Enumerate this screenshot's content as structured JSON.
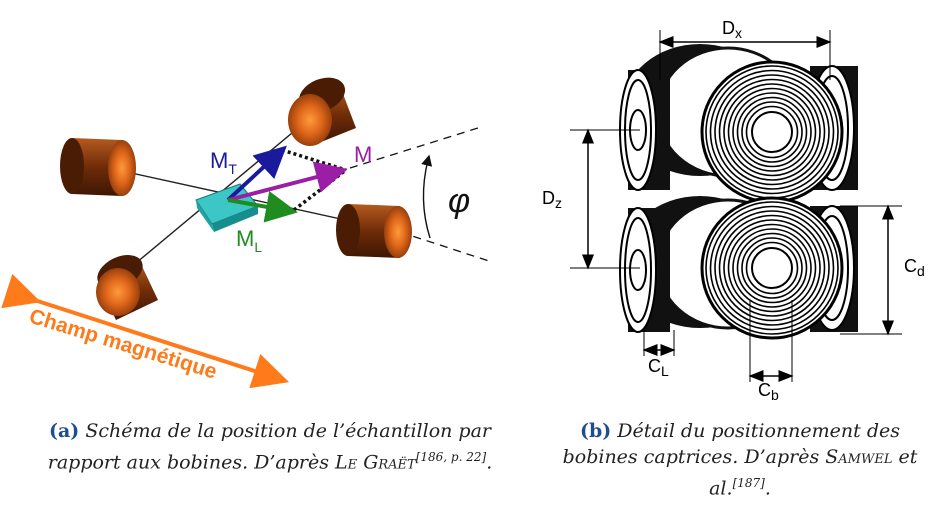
{
  "figure_a": {
    "labels": {
      "mt_main": "M",
      "mt_sub": "T",
      "m": "M",
      "ml_main": "M",
      "ml_sub": "L",
      "phi": "φ",
      "field": "Champ magnétique"
    },
    "caption": {
      "label": "(a)",
      "text1": "Schéma de la position de l’échantillon par rapport aux bobines. D’après",
      "author": "Le Graët",
      "ref": "[186, p. 22]",
      "end": "."
    }
  },
  "figure_b": {
    "labels": {
      "dx_main": "D",
      "dx_sub": "x",
      "dz_main": "D",
      "dz_sub": "z",
      "cd_main": "C",
      "cd_sub": "d",
      "cl_main": "C",
      "cl_sub": "L",
      "cb_main": "C",
      "cb_sub": "b"
    },
    "caption": {
      "label": "(b)",
      "text1": "Détail du positionnement des bobines captrices. D’après",
      "author": "Samwel",
      "text2": "et al.",
      "ref": "[187]",
      "end": "."
    }
  },
  "colors": {
    "coil": "#c85a10",
    "mt": "#1a1a9c",
    "m": "#9a1fa6",
    "ml": "#1f8c1f",
    "field": "#ff7a1a",
    "sample": "#1fa3a3",
    "caption_label": "#1f4e8c"
  }
}
